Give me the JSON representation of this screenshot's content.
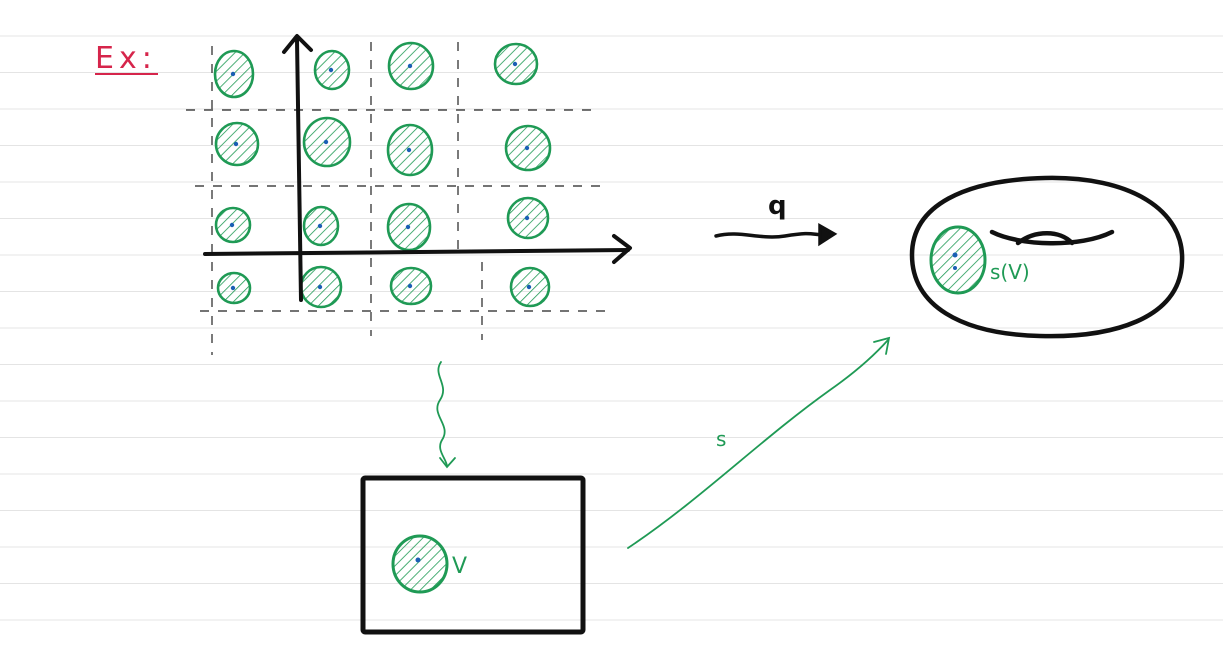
{
  "heading": {
    "ex": "Ex:"
  },
  "map_labels": {
    "q": "q",
    "s": "s"
  },
  "set_labels": {
    "v": "V",
    "sv": "s(V)"
  },
  "colors": {
    "background": "#ffffff",
    "ruled_line": "#e4e4e4",
    "ink_black": "#111111",
    "ink_green": "#1f9a55",
    "ink_red": "#d6254b",
    "dot_blue": "#1a5fb4"
  }
}
